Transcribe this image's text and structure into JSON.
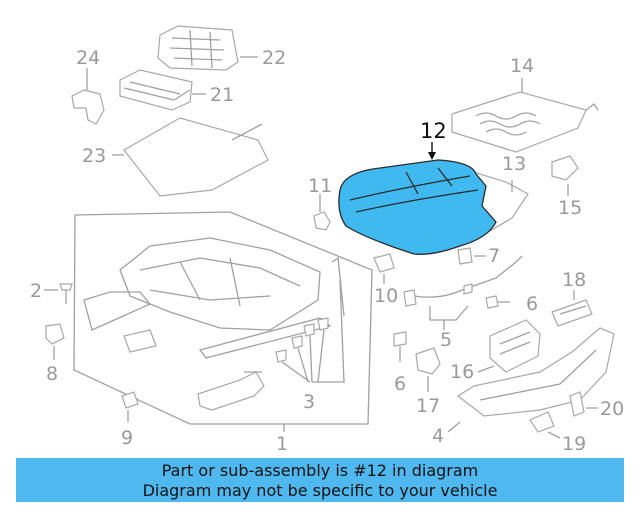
{
  "diagram": {
    "highlight_color": "#3fb9f0",
    "part_color": "#a0a0a0",
    "labels": {
      "p1": "1",
      "p2": "2",
      "p3": "3",
      "p4": "4",
      "p5": "5",
      "p6a": "6",
      "p6b": "6",
      "p7": "7",
      "p8": "8",
      "p9": "9",
      "p10": "10",
      "p11": "11",
      "p12": "12",
      "p13": "13",
      "p14": "14",
      "p15": "15",
      "p16": "16",
      "p17": "17",
      "p18": "18",
      "p19": "19",
      "p20": "20",
      "p21": "21",
      "p22": "22",
      "p23": "23",
      "p24": "24"
    }
  },
  "banner": {
    "line1": "Part or sub-assembly is #12 in diagram",
    "line2": "Diagram may not be specific to your vehicle"
  }
}
